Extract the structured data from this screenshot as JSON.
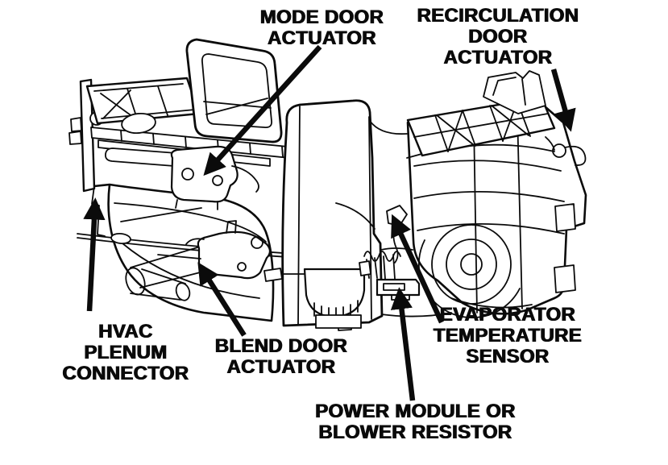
{
  "diagram": {
    "background_color": "#ffffff",
    "line_color": "#0b0b0b",
    "callouts": [
      {
        "id": "mode-door-actuator",
        "lines": [
          "MODE DOOR",
          "ACTUATOR"
        ]
      },
      {
        "id": "recirculation-door-actuator",
        "lines": [
          "RECIRCULATION",
          "DOOR",
          "ACTUATOR"
        ]
      },
      {
        "id": "hvac-plenum-connector",
        "lines": [
          "HVAC",
          "PLENUM",
          "CONNECTOR"
        ]
      },
      {
        "id": "blend-door-actuator",
        "lines": [
          "BLEND DOOR",
          "ACTUATOR"
        ]
      },
      {
        "id": "evaporator-temperature-sensor",
        "lines": [
          "EVAPORATOR",
          "TEMPERATURE",
          "SENSOR"
        ]
      },
      {
        "id": "power-module-or-blower-resistor",
        "lines": [
          "POWER MODULE OR",
          "BLOWER RESISTOR"
        ]
      }
    ]
  }
}
